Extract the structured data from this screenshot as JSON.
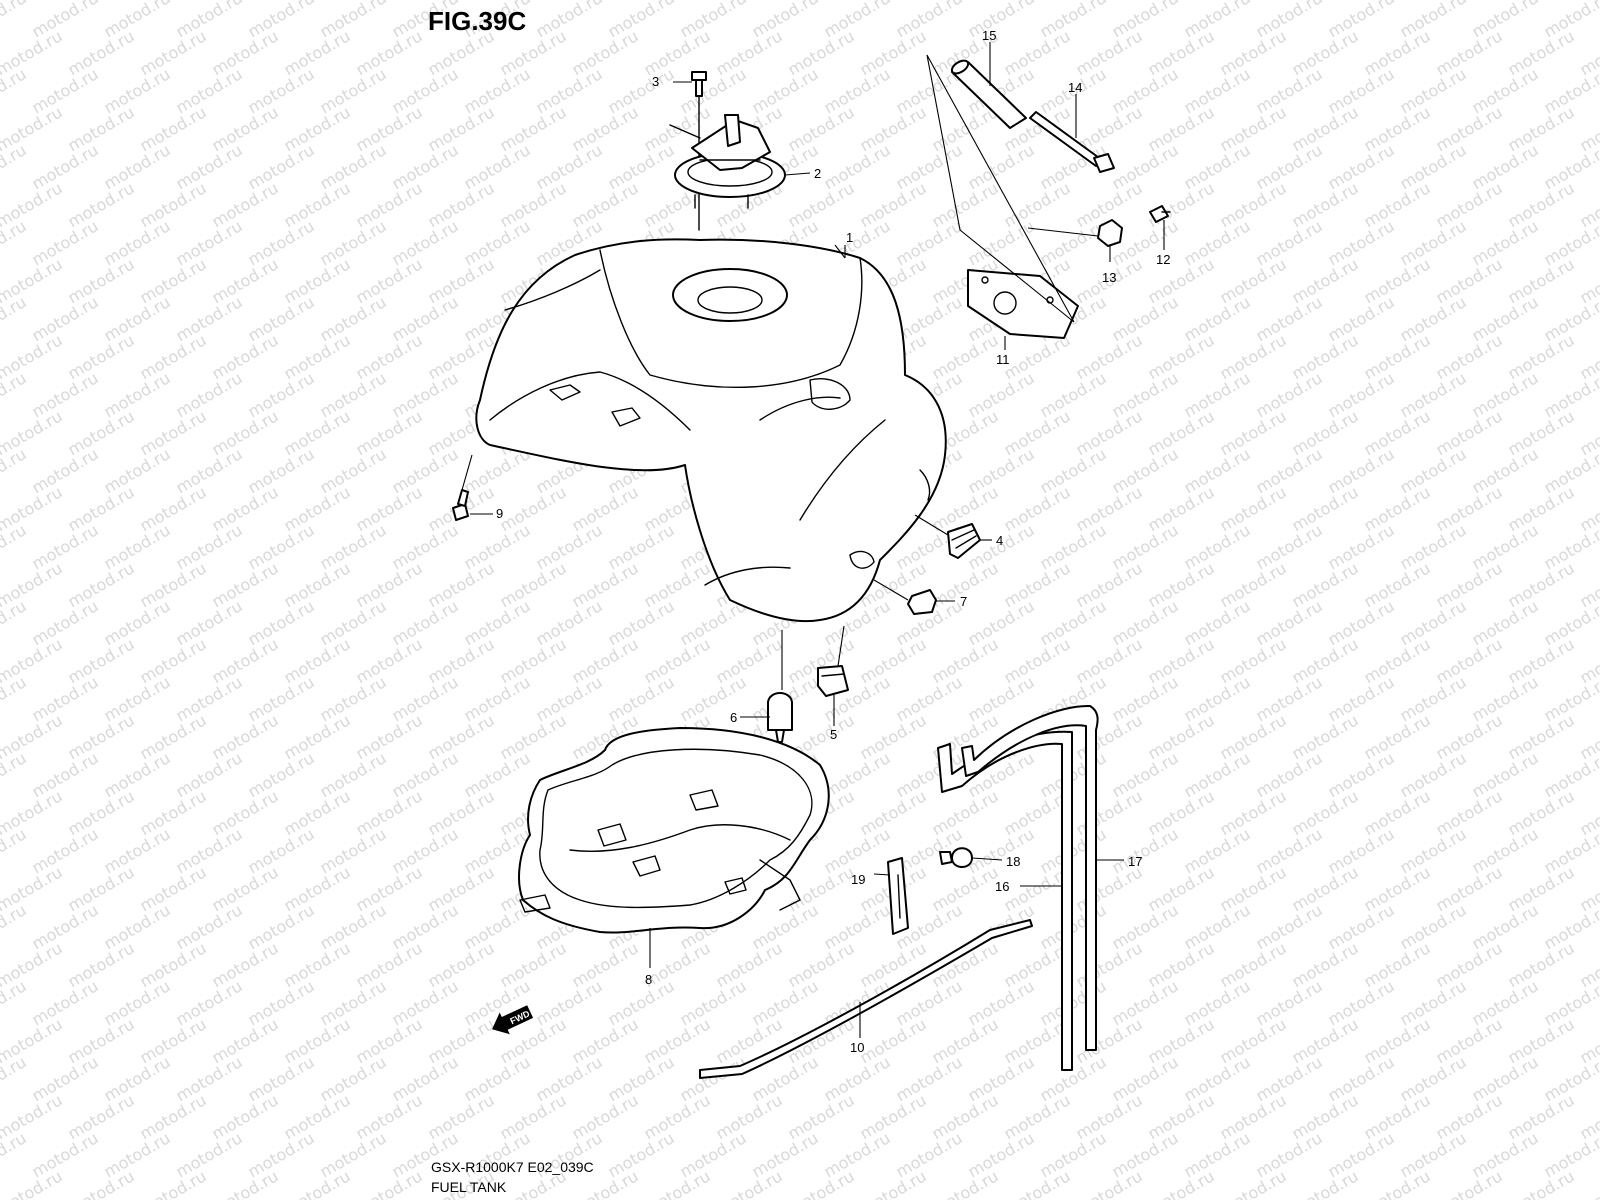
{
  "figure": {
    "title": "FIG.39C",
    "model_code": "GSX-R1000K7 E02_039C",
    "caption": "FUEL TANK"
  },
  "watermark": {
    "text": "motod.ru"
  },
  "fwd_arrow": {
    "label": "FWD"
  },
  "callouts": [
    {
      "id": "1",
      "label": "1"
    },
    {
      "id": "2",
      "label": "2"
    },
    {
      "id": "3",
      "label": "3"
    },
    {
      "id": "4",
      "label": "4"
    },
    {
      "id": "5",
      "label": "5"
    },
    {
      "id": "6",
      "label": "6"
    },
    {
      "id": "7",
      "label": "7"
    },
    {
      "id": "8",
      "label": "8"
    },
    {
      "id": "9",
      "label": "9"
    },
    {
      "id": "10",
      "label": "10"
    },
    {
      "id": "11",
      "label": "11"
    },
    {
      "id": "12",
      "label": "12"
    },
    {
      "id": "13",
      "label": "13"
    },
    {
      "id": "14",
      "label": "14"
    },
    {
      "id": "15",
      "label": "15"
    },
    {
      "id": "16",
      "label": "16"
    },
    {
      "id": "17",
      "label": "17"
    },
    {
      "id": "18",
      "label": "18"
    },
    {
      "id": "19",
      "label": "19"
    }
  ]
}
